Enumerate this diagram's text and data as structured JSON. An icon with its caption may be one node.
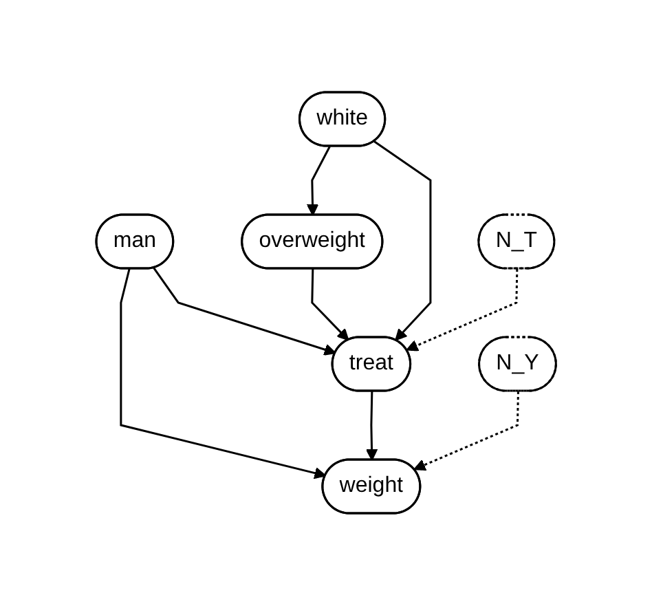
{
  "diagram": {
    "nodes": [
      {
        "text": [
          "man"
        ]
      },
      {
        "text": [
          "overweight"
        ]
      },
      {
        "text": [
          "white"
        ]
      },
      {
        "text": [
          "treat"
        ]
      },
      {
        "text": [
          "N_T"
        ]
      },
      {
        "text": [
          "N_Y"
        ]
      },
      {
        "text": [
          "weight"
        ]
      }
    ],
    "edges": [
      {
        "from": 0,
        "to": 3,
        "arrow": "to"
      },
      {
        "from": 0,
        "to": 6,
        "arrow": "to"
      },
      {
        "from": 1,
        "to": 3,
        "arrow": "to"
      },
      {
        "from": 2,
        "to": 1,
        "arrow": "to"
      },
      {
        "from": 2,
        "to": 3,
        "arrow": "to"
      },
      {
        "from": 4,
        "to": 3,
        "arrow": "to",
        "style": "dashed"
      },
      {
        "from": 3,
        "to": 6,
        "arrow": "to"
      },
      {
        "from": 5,
        "to": 6,
        "arrow": "to",
        "style": "dashed"
      }
    ]
  }
}
